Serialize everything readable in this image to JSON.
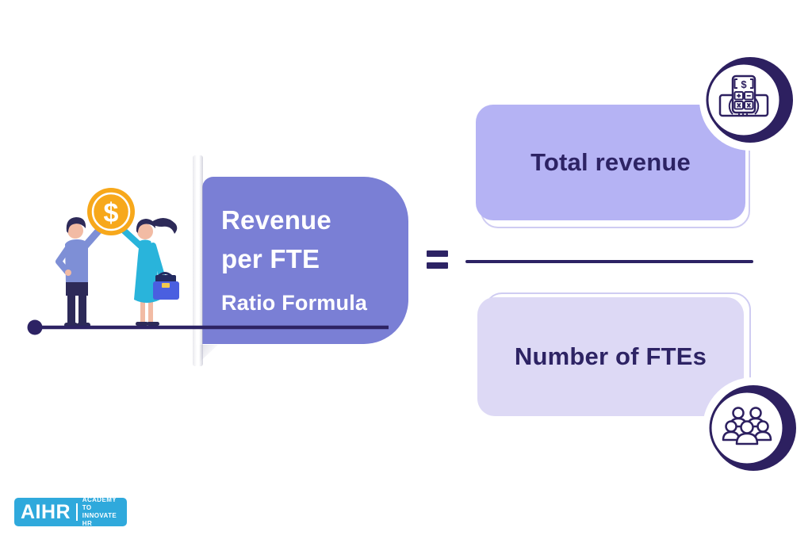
{
  "page": {
    "type": "infographic",
    "background_color": "#ffffff",
    "accent_navy": "#2D2364"
  },
  "title_card": {
    "line1": "Revenue",
    "line2": "per FTE",
    "subtitle": "Ratio Formula",
    "bg_color": "#7A7FD5",
    "text_color": "#ffffff"
  },
  "formula": {
    "equals_symbol": "=",
    "numerator": {
      "label": "Total revenue",
      "bg_color": "#B5B3F4",
      "icon": "calculator-on-banknote-icon",
      "icon_symbol": "$"
    },
    "denominator": {
      "label": "Number of FTEs",
      "bg_color": "#DDD9F5",
      "icon": "people-group-icon"
    },
    "text_color": "#2D2364",
    "fraction_line_color": "#2D2364"
  },
  "illustration": {
    "name": "man-and-woman-holding-dollar-coin",
    "coin_symbol": "$",
    "coin_color": "#F7A81B",
    "man_shirt_color": "#7E8FD6",
    "woman_dress_color": "#29B4DB",
    "briefcase_color": "#4A5FE0",
    "ground_line_color": "#2D2364"
  },
  "logo": {
    "name": "AIHR",
    "tagline_line1": "ACADEMY TO",
    "tagline_line2": "INNOVATE HR",
    "bg_color": "#2FA9DC"
  }
}
